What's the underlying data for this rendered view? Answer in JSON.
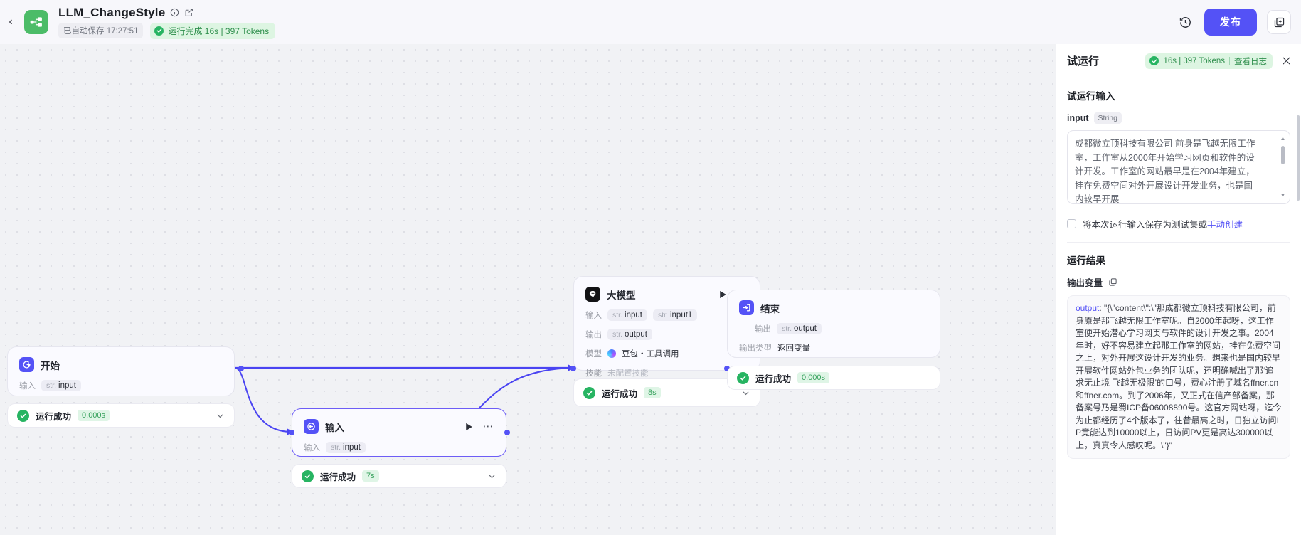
{
  "header": {
    "back_icon": "chevron-left-icon",
    "logo_icon": "workflow-logo-icon",
    "title": "LLM_ChangeStyle",
    "info_icon": "info-circle-icon",
    "edit_icon": "edit-square-icon",
    "autosave": "已自动保存 17:27:51",
    "run_status": "运行完成 16s | 397 Tokens",
    "history_icon": "history-clock-icon",
    "publish_label": "发布",
    "duplicate_icon": "duplicate-window-icon",
    "accent": "#5452f6",
    "success": "#27b462"
  },
  "canvas": {
    "nodes": [
      {
        "id": "start",
        "icon": "start-node-icon",
        "title": "开始",
        "rows": [
          {
            "label": "输入",
            "chip_type": "str.",
            "chip_value": "input"
          }
        ],
        "status": {
          "icon": "success-check-icon",
          "text": "运行成功",
          "duration": "0.000s",
          "chevron": "chevron-down-icon"
        }
      },
      {
        "id": "input",
        "icon": "input-node-icon",
        "title": "输入",
        "play_icon": "play-icon",
        "more_icon": "more-dots-icon",
        "rows": [
          {
            "label": "输入",
            "chip_type": "str.",
            "chip_value": "input"
          }
        ],
        "status": {
          "icon": "success-check-icon",
          "text": "运行成功",
          "duration": "7s",
          "chevron": "chevron-down-icon"
        }
      },
      {
        "id": "llm",
        "icon": "doubao-model-icon",
        "title": "大模型",
        "play_icon": "play-icon",
        "more_icon": "more-dots-icon",
        "rows": [
          {
            "label": "输入",
            "chip_type": "str.",
            "chip_value": "input",
            "chip2_type": "str.",
            "chip2_value": "input1"
          },
          {
            "label": "输出",
            "chip_type": "str.",
            "chip_value": "output"
          },
          {
            "label": "模型",
            "icon": "model-brand-icon",
            "value": "豆包・工具调用"
          },
          {
            "label": "技能",
            "value_muted": "未配置技能"
          }
        ],
        "status": {
          "icon": "success-check-icon",
          "text": "运行成功",
          "duration": "8s",
          "chevron": "chevron-down-icon"
        }
      },
      {
        "id": "end",
        "icon": "end-node-icon",
        "title": "结束",
        "rows": [
          {
            "label": "输出",
            "chip_type": "str.",
            "chip_value": "output"
          },
          {
            "label": "输出类型",
            "value": "返回变量"
          }
        ],
        "status": {
          "icon": "success-check-icon",
          "text": "运行成功",
          "duration": "0.000s",
          "chevron": "chevron-down-icon"
        }
      }
    ]
  },
  "panel": {
    "title": "试运行",
    "status_badge": {
      "icon": "success-check-icon",
      "text": "16s | 397 Tokens",
      "log_link": "查看日志"
    },
    "close_icon": "close-x-icon",
    "input_section_title": "试运行输入",
    "input_field_name": "input",
    "input_field_type": "String",
    "input_value": "成都微立顶科技有限公司 前身是飞越无限工作室，工作室从2000年开始学习网页和软件的设计开发。工作室的网站最早是在2004年建立，挂在免费空间对外开展设计开发业务，也是国内较早开展",
    "scroll_up_icon": "scroll-up-arrow-icon",
    "scroll_down_icon": "scroll-down-arrow-icon",
    "save_checkbox_label": "将本次运行输入保存为测试集或",
    "save_checkbox_link": "手动创建",
    "result_title": "运行结果",
    "output_var_label": "输出变量",
    "copy_icon": "copy-icon",
    "output_key": "output",
    "output_value": ": \"{\\\"content\\\":\\\"那成都微立顶科技有限公司，前身原是那飞越无限工作室呢。自2000年起呀，这工作室便开始潜心学习网页与软件的设计开发之事。2004年时，好不容易建立起那工作室的网站，挂在免费空间之上，对外开展这设计开发的业务。想来也是国内较早开展软件网站外包业务的团队呢，还明确喊出了那‘追求无止境 飞越无极限’的口号，费心注册了域名ffner.cn和ffner.com。到了2006年，又正式在信产部备案，那备案号乃是蜀ICP备06008890号。这官方网站呀，迄今为止都经历了4个版本了，往昔最高之时，日独立访问IP竟能达到10000以上，日访问PV更是高达300000以上，真真令人感叹呢。\\\"}\""
  }
}
